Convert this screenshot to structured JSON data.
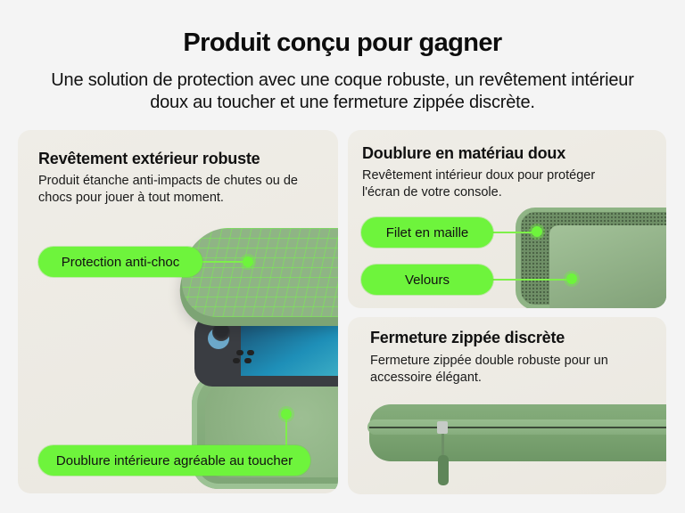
{
  "header": {
    "title": "Produit conçu pour gagner",
    "subtitle": "Une solution de protection avec une coque robuste, un revêtement intérieur doux au toucher et une fermeture zippée discrète."
  },
  "cards": [
    {
      "title": "Revêtement extérieur robuste",
      "description": "Produit étanche anti-impacts de chutes ou de chocs pour jouer à tout moment.",
      "callouts": [
        "Protection anti-choc",
        "Doublure intérieure agréable au toucher"
      ]
    },
    {
      "title": "Doublure en matériau doux",
      "description": "Revêtement intérieur doux pour protéger l'écran de votre console.",
      "callouts": [
        "Filet en maille",
        "Velours"
      ]
    },
    {
      "title": "Fermeture zippée discrète",
      "description": "Fermeture zippée double robuste pour un accessoire élégant.",
      "callouts": []
    }
  ],
  "colors": {
    "background": "#f4f4f4",
    "card": "#ede9e2",
    "callout_green": "#6ef43c",
    "case_green": "#8fb485"
  }
}
